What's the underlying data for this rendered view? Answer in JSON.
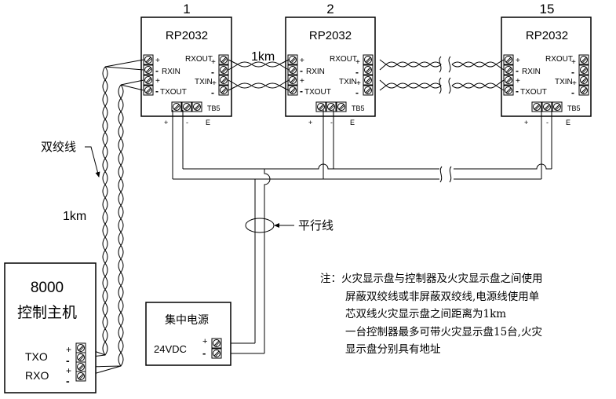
{
  "diagram": {
    "panels": [
      {
        "index": "1",
        "model": "RP2032"
      },
      {
        "index": "2",
        "model": "RP2032"
      },
      {
        "index": "15",
        "model": "RP2032"
      }
    ],
    "panel_terminals": {
      "left_labels": [
        "RXIN",
        "TXOUT"
      ],
      "right_labels": [
        "RXOUT",
        "TXIN"
      ],
      "plus": "+",
      "minus": "-",
      "tb_label": "TB5",
      "tb_pins": [
        "+",
        "-",
        "E"
      ]
    },
    "segment_distance": "1km",
    "controller": {
      "model": "8000",
      "name": "控制主机",
      "terminals": [
        {
          "label": "TXO",
          "pins": [
            "+",
            "-"
          ]
        },
        {
          "label": "RXO",
          "pins": [
            "+",
            "-"
          ]
        }
      ]
    },
    "power_supply": {
      "name": "集中电源",
      "voltage": "24VDC",
      "pins": [
        "+",
        "-"
      ]
    },
    "labels": {
      "twisted_pair": "双绞线",
      "vertical_distance": "1km",
      "parallel_wire": "平行线"
    },
    "note": {
      "prefix": "注：",
      "lines": [
        "火灾显示盘与控制器及火灾显示盘之间使用",
        "屏蔽双绞线或非屏蔽双绞线,电源线使用单",
        "芯双线火灾显示盘之间距离为1km",
        "一台控制器最多可带火灾显示盘15台,火灾",
        "显示盘分别具有地址"
      ]
    }
  }
}
